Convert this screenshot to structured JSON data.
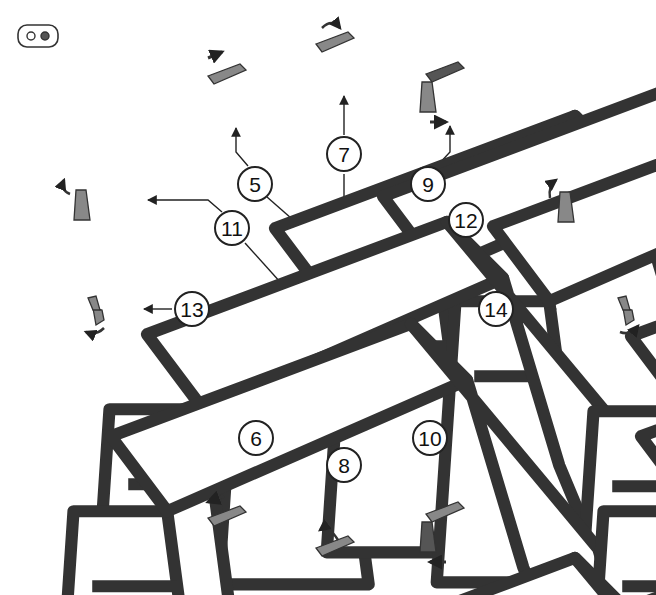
{
  "diagram": {
    "nodes": [
      {
        "text": [
          "5"
        ]
      },
      {
        "text": [
          "7"
        ]
      },
      {
        "text": [
          "9"
        ]
      },
      {
        "text": [
          "11"
        ]
      },
      {
        "text": [
          "12"
        ]
      },
      {
        "text": [
          "13"
        ]
      },
      {
        "text": [
          "14"
        ]
      },
      {
        "text": [
          "6"
        ]
      },
      {
        "text": [
          "8"
        ]
      },
      {
        "text": [
          "10"
        ]
      }
    ]
  }
}
